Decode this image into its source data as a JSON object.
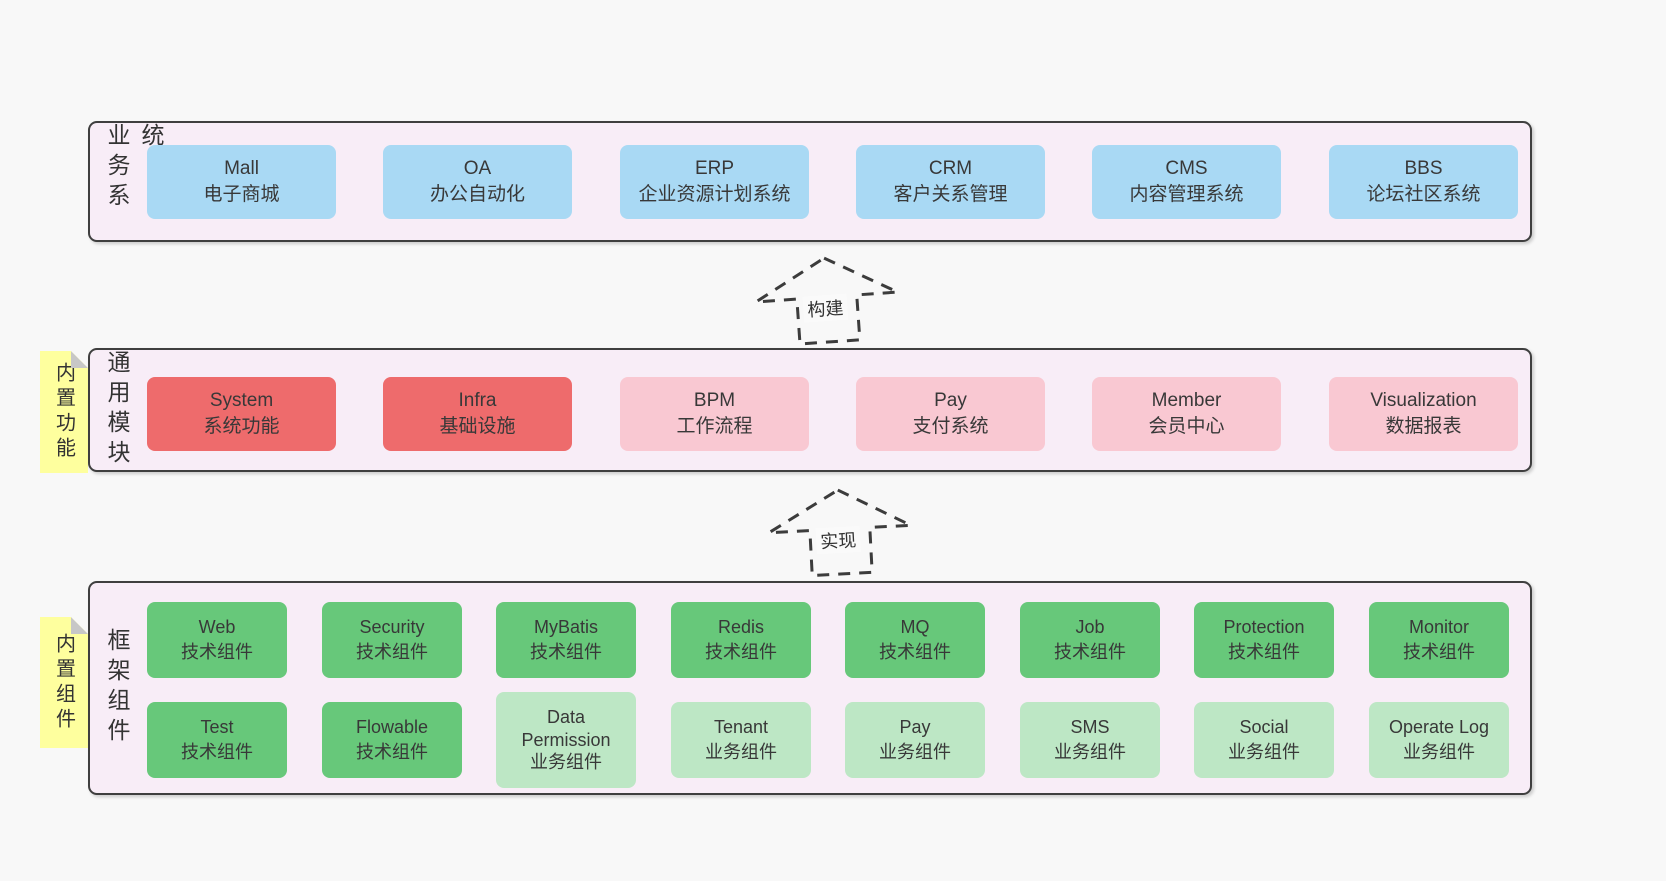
{
  "business_layer": {
    "label": "业务系统",
    "boxes": [
      {
        "title": "Mall",
        "subtitle": "电子商城",
        "type": "blue"
      },
      {
        "title": "OA",
        "subtitle": "办公自动化",
        "type": "blue"
      },
      {
        "title": "ERP",
        "subtitle": "企业资源计划系统",
        "type": "blue"
      },
      {
        "title": "CRM",
        "subtitle": "客户关系管理",
        "type": "blue"
      },
      {
        "title": "CMS",
        "subtitle": "内容管理系统",
        "type": "blue"
      },
      {
        "title": "BBS",
        "subtitle": "论坛社区系统",
        "type": "blue"
      }
    ]
  },
  "modules_layer": {
    "label": "通用模块",
    "note": "内置功能",
    "boxes": [
      {
        "title": "System",
        "subtitle": "系统功能",
        "type": "red"
      },
      {
        "title": "Infra",
        "subtitle": "基础设施",
        "type": "red"
      },
      {
        "title": "BPM",
        "subtitle": "工作流程",
        "type": "pink"
      },
      {
        "title": "Pay",
        "subtitle": "支付系统",
        "type": "pink"
      },
      {
        "title": "Member",
        "subtitle": "会员中心",
        "type": "pink"
      },
      {
        "title": "Visualization",
        "subtitle": "数据报表",
        "type": "pink"
      }
    ]
  },
  "framework_layer": {
    "label": "框架组件",
    "note": "内置组件",
    "row1": [
      {
        "title": "Web",
        "subtitle": "技术组件",
        "type": "green"
      },
      {
        "title": "Security",
        "subtitle": "技术组件",
        "type": "green"
      },
      {
        "title": "MyBatis",
        "subtitle": "技术组件",
        "type": "green"
      },
      {
        "title": "Redis",
        "subtitle": "技术组件",
        "type": "green"
      },
      {
        "title": "MQ",
        "subtitle": "技术组件",
        "type": "green"
      },
      {
        "title": "Job",
        "subtitle": "技术组件",
        "type": "green"
      },
      {
        "title": "Protection",
        "subtitle": "技术组件",
        "type": "green"
      },
      {
        "title": "Monitor",
        "subtitle": "技术组件",
        "type": "green"
      }
    ],
    "row2": [
      {
        "title": "Test",
        "subtitle": "技术组件",
        "type": "green"
      },
      {
        "title": "Flowable",
        "subtitle": "技术组件",
        "type": "green"
      },
      {
        "title": "Data Permission",
        "subtitle": "业务组件",
        "type": "lightgreen"
      },
      {
        "title": "Tenant",
        "subtitle": "业务组件",
        "type": "lightgreen"
      },
      {
        "title": "Pay",
        "subtitle": "业务组件",
        "type": "lightgreen"
      },
      {
        "title": "SMS",
        "subtitle": "业务组件",
        "type": "lightgreen"
      },
      {
        "title": "Social",
        "subtitle": "业务组件",
        "type": "lightgreen"
      },
      {
        "title": "Operate Log",
        "subtitle": "业务组件",
        "type": "lightgreen"
      }
    ]
  },
  "arrows": {
    "build": "构建",
    "implement": "实现"
  },
  "colors": {
    "page_bg": "#f8f8f8",
    "layer_bg": "#f8edf7",
    "layer_border": "#3f3f3f",
    "blue": "#a9d9f4",
    "red": "#ee6b6c",
    "pink": "#f9c8d2",
    "green": "#67c87a",
    "lightgreen": "#bde7c5",
    "note_yellow": "#feff9e",
    "text": "#383838"
  }
}
